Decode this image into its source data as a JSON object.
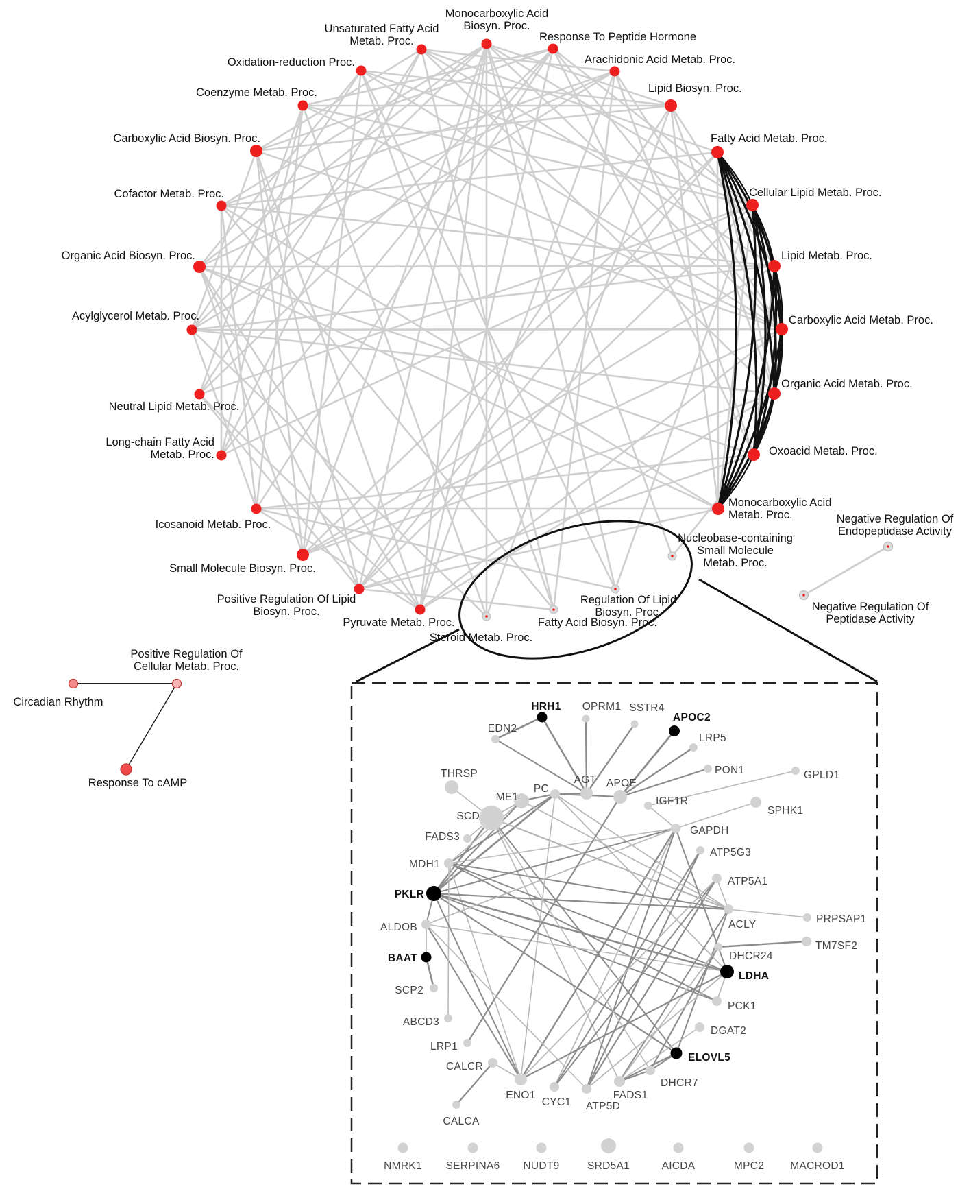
{
  "process_network": {
    "nodes": [
      {
        "id": "monocarboxylic-biosyn",
        "lines": [
          "Monocarboxylic Acid",
          "Biosyn. Proc."
        ],
        "color": "#ee1f1f",
        "size": "medium"
      },
      {
        "id": "response-peptide-hormone",
        "lines": [
          "Response To Peptide Hormone"
        ],
        "color": "#ee1f1f",
        "size": "medium"
      },
      {
        "id": "arachidonic",
        "lines": [
          "Arachidonic Acid Metab. Proc."
        ],
        "color": "#ee1f1f",
        "size": "medium"
      },
      {
        "id": "lipid-biosyn",
        "lines": [
          "Lipid Biosyn. Proc."
        ],
        "color": "#ee1f1f",
        "size": "large"
      },
      {
        "id": "fatty-acid-metab",
        "lines": [
          "Fatty Acid Metab. Proc."
        ],
        "color": "#ee1f1f",
        "size": "large"
      },
      {
        "id": "cellular-lipid",
        "lines": [
          "Cellular Lipid Metab. Proc."
        ],
        "color": "#ee1f1f",
        "size": "large"
      },
      {
        "id": "lipid-metab",
        "lines": [
          "Lipid Metab. Proc."
        ],
        "color": "#ee1f1f",
        "size": "large"
      },
      {
        "id": "carboxylic-metab",
        "lines": [
          "Carboxylic Acid Metab. Proc."
        ],
        "color": "#ee1f1f",
        "size": "large"
      },
      {
        "id": "organic-metab",
        "lines": [
          "Organic Acid Metab. Proc."
        ],
        "color": "#ee1f1f",
        "size": "large"
      },
      {
        "id": "oxoacid",
        "lines": [
          "Oxoacid Metab. Proc."
        ],
        "color": "#ee1f1f",
        "size": "large"
      },
      {
        "id": "monocarboxylic-metab",
        "lines": [
          "Monocarboxylic Acid",
          "Metab. Proc."
        ],
        "color": "#ee1f1f",
        "size": "large"
      },
      {
        "id": "nucleobase",
        "lines": [
          "Nucleobase-containing",
          "Small Molecule",
          "Metab. Proc."
        ],
        "color": "#dcdcdc",
        "size": "small"
      },
      {
        "id": "reg-lipid-biosyn",
        "lines": [
          "Regulation Of Lipid",
          "Biosyn. Proc."
        ],
        "color": "#dcdcdc",
        "size": "small"
      },
      {
        "id": "fatty-acid-biosyn",
        "lines": [
          "Fatty Acid Biosyn. Proc."
        ],
        "color": "#dcdcdc",
        "size": "small"
      },
      {
        "id": "steroid",
        "lines": [
          "Steroid Metab. Proc."
        ],
        "color": "#dcdcdc",
        "size": "small"
      },
      {
        "id": "pyruvate",
        "lines": [
          "Pyruvate Metab. Proc."
        ],
        "color": "#ee1f1f",
        "size": "medium"
      },
      {
        "id": "pos-reg-lipid-biosyn",
        "lines": [
          "Positive Regulation Of Lipid",
          "Biosyn. Proc."
        ],
        "color": "#ee1f1f",
        "size": "medium"
      },
      {
        "id": "small-molecule-biosyn",
        "lines": [
          "Small Molecule Biosyn. Proc."
        ],
        "color": "#ee1f1f",
        "size": "large"
      },
      {
        "id": "icosanoid",
        "lines": [
          "Icosanoid Metab. Proc."
        ],
        "color": "#ee1f1f",
        "size": "medium"
      },
      {
        "id": "long-chain",
        "lines": [
          "Long-chain Fatty Acid",
          "Metab. Proc."
        ],
        "color": "#ee1f1f",
        "size": "medium"
      },
      {
        "id": "neutral-lipid",
        "lines": [
          "Neutral Lipid Metab. Proc."
        ],
        "color": "#ee1f1f",
        "size": "medium"
      },
      {
        "id": "acylglycerol",
        "lines": [
          "Acylglycerol Metab. Proc."
        ],
        "color": "#ee1f1f",
        "size": "medium"
      },
      {
        "id": "organic-biosyn",
        "lines": [
          "Organic Acid Biosyn. Proc."
        ],
        "color": "#ee1f1f",
        "size": "large"
      },
      {
        "id": "cofactor",
        "lines": [
          "Cofactor Metab. Proc."
        ],
        "color": "#ee1f1f",
        "size": "medium"
      },
      {
        "id": "carboxylic-biosyn",
        "lines": [
          "Carboxylic Acid Biosyn. Proc."
        ],
        "color": "#ee1f1f",
        "size": "large"
      },
      {
        "id": "coenzyme",
        "lines": [
          "Coenzyme Metab. Proc."
        ],
        "color": "#ee1f1f",
        "size": "medium"
      },
      {
        "id": "oxidation-reduction",
        "lines": [
          "Oxidation-reduction Proc."
        ],
        "color": "#ee1f1f",
        "size": "medium"
      },
      {
        "id": "unsaturated",
        "lines": [
          "Unsaturated Fatty Acid",
          "Metab. Proc."
        ],
        "color": "#ee1f1f",
        "size": "medium"
      }
    ],
    "side_groups": [
      {
        "id": "peptidase",
        "nodes": [
          {
            "id": "neg-reg-endopeptidase",
            "lines": [
              "Negative Regulation Of",
              "Endopeptidase Activity"
            ],
            "color": "#dcdcdc"
          },
          {
            "id": "neg-reg-peptidase",
            "lines": [
              "Negative Regulation Of",
              "Peptidase Activity"
            ],
            "color": "#dcdcdc"
          }
        ]
      },
      {
        "id": "circadian",
        "nodes": [
          {
            "id": "circadian-rhythm",
            "lines": [
              "Circadian Rhythm"
            ],
            "color": "#f28b8b"
          },
          {
            "id": "pos-reg-cellular",
            "lines": [
              "Positive Regulation Of",
              "Cellular Metab. Proc."
            ],
            "color": "#f7b4b4"
          },
          {
            "id": "response-camp",
            "lines": [
              "Response To cAMP"
            ],
            "color": "#ef4a4a"
          }
        ]
      }
    ]
  },
  "gene_network": {
    "highlight_color": "#000000",
    "default_color": "#d2d2d2",
    "genes": [
      {
        "name": "HRH1",
        "highlight": true
      },
      {
        "name": "OPRM1",
        "highlight": false
      },
      {
        "name": "SSTR4",
        "highlight": false
      },
      {
        "name": "APOC2",
        "highlight": true
      },
      {
        "name": "EDN2",
        "highlight": false
      },
      {
        "name": "LRP5",
        "highlight": false
      },
      {
        "name": "PON1",
        "highlight": false
      },
      {
        "name": "GPLD1",
        "highlight": false
      },
      {
        "name": "THRSP",
        "highlight": false
      },
      {
        "name": "AGT",
        "highlight": false
      },
      {
        "name": "ME1",
        "highlight": false
      },
      {
        "name": "PC",
        "highlight": false
      },
      {
        "name": "APOE",
        "highlight": false
      },
      {
        "name": "IGF1R",
        "highlight": false
      },
      {
        "name": "SPHK1",
        "highlight": false
      },
      {
        "name": "SCD",
        "highlight": false
      },
      {
        "name": "GAPDH",
        "highlight": false
      },
      {
        "name": "FADS3",
        "highlight": false
      },
      {
        "name": "ATP5G3",
        "highlight": false
      },
      {
        "name": "MDH1",
        "highlight": false
      },
      {
        "name": "ATP5A1",
        "highlight": false
      },
      {
        "name": "PKLR",
        "highlight": true
      },
      {
        "name": "ACLY",
        "highlight": false
      },
      {
        "name": "PRPSAP1",
        "highlight": false
      },
      {
        "name": "ALDOB",
        "highlight": false
      },
      {
        "name": "TM7SF2",
        "highlight": false
      },
      {
        "name": "DHCR24",
        "highlight": false
      },
      {
        "name": "BAAT",
        "highlight": true
      },
      {
        "name": "LDHA",
        "highlight": true
      },
      {
        "name": "SCP2",
        "highlight": false
      },
      {
        "name": "PCK1",
        "highlight": false
      },
      {
        "name": "ABCD3",
        "highlight": false
      },
      {
        "name": "DGAT2",
        "highlight": false
      },
      {
        "name": "LRP1",
        "highlight": false
      },
      {
        "name": "ELOVL5",
        "highlight": true
      },
      {
        "name": "CALCR",
        "highlight": false
      },
      {
        "name": "DHCR7",
        "highlight": false
      },
      {
        "name": "ENO1",
        "highlight": false
      },
      {
        "name": "FADS1",
        "highlight": false
      },
      {
        "name": "CYC1",
        "highlight": false
      },
      {
        "name": "ATP5D",
        "highlight": false
      },
      {
        "name": "CALCA",
        "highlight": false
      }
    ],
    "isolated_genes": [
      "NMRK1",
      "SERPINA6",
      "NUDT9",
      "SRD5A1",
      "AICDA",
      "MPC2",
      "MACROD1"
    ]
  }
}
